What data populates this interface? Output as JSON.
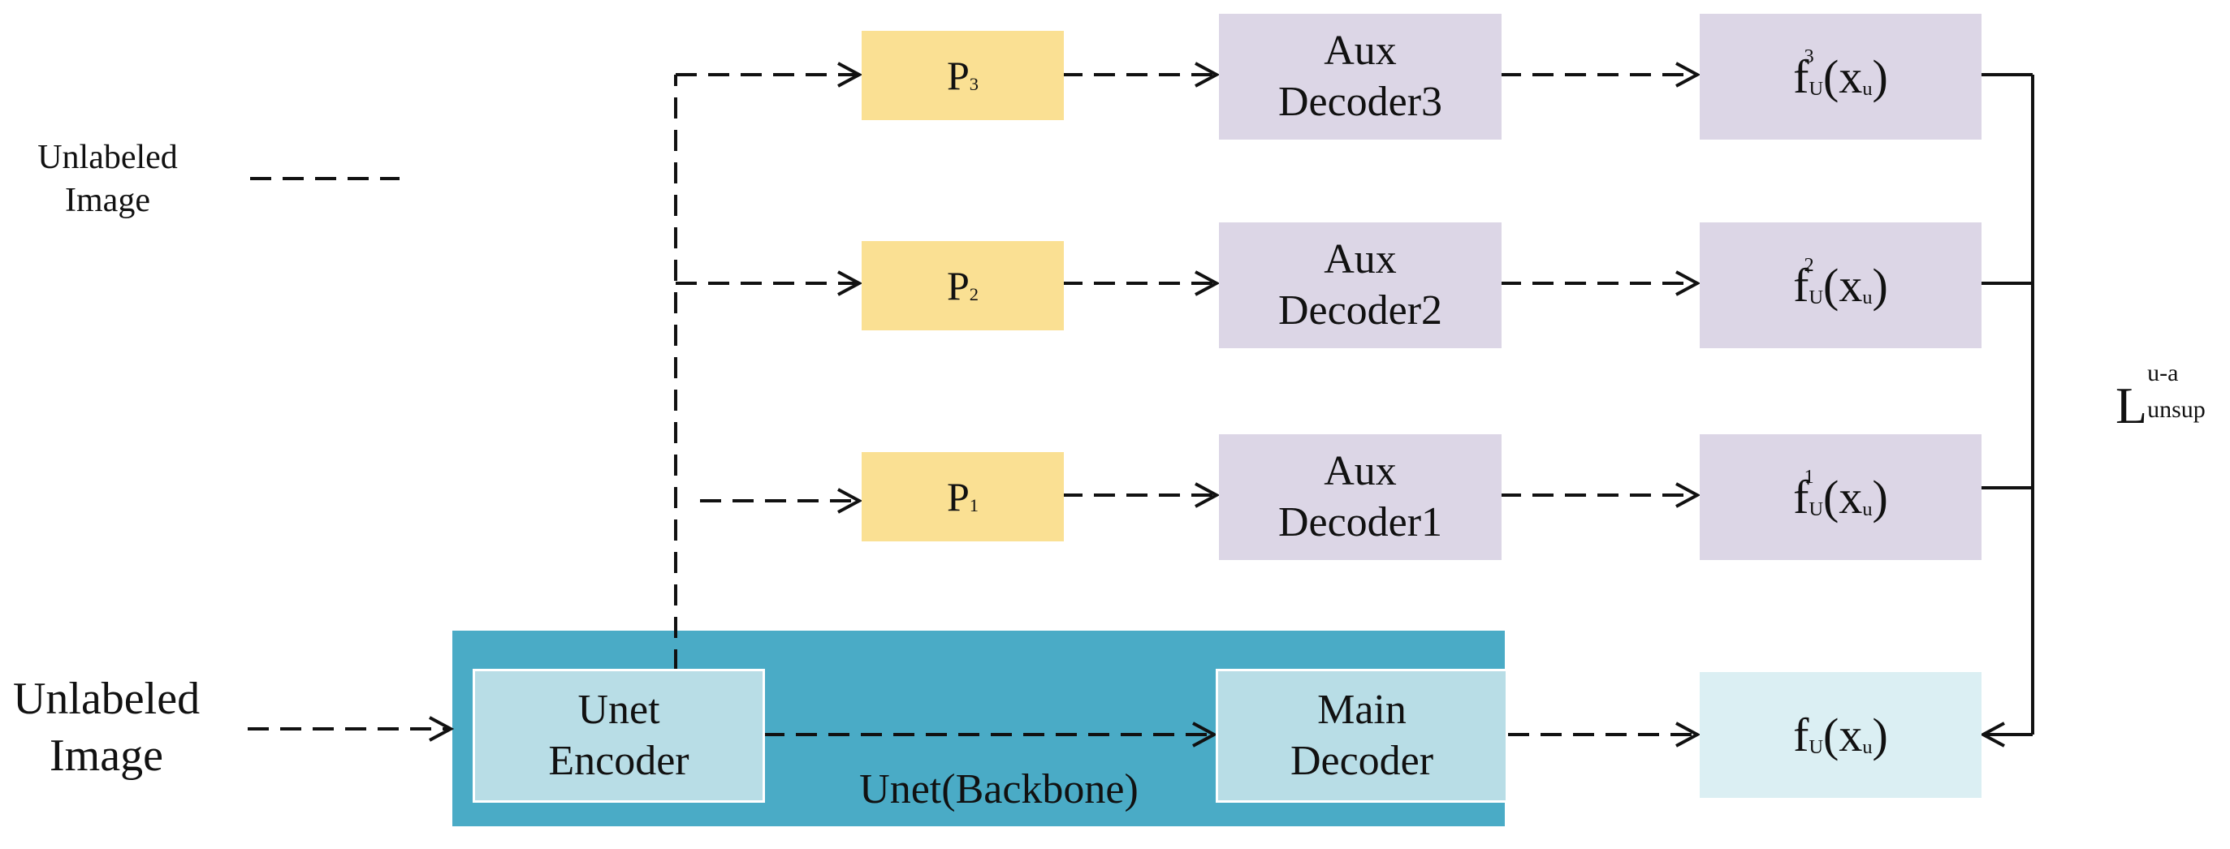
{
  "inputs": {
    "top_label": [
      "Unlabeled",
      "Image"
    ],
    "bottom_label": [
      "Unlabeled",
      "Image"
    ]
  },
  "perturbations": [
    {
      "letter": "P",
      "index": "3"
    },
    {
      "letter": "P",
      "index": "2"
    },
    {
      "letter": "P",
      "index": "1"
    }
  ],
  "aux_decoders": [
    {
      "line1": "Aux",
      "line2": "Decoder3"
    },
    {
      "line1": "Aux",
      "line2": "Decoder2"
    },
    {
      "line1": "Aux",
      "line2": "Decoder1"
    }
  ],
  "aux_outputs": [
    {
      "f": "f",
      "sub": "U",
      "sup": "3",
      "paren_open": "(",
      "x": "x",
      "xsub": "u",
      "paren_close": ")"
    },
    {
      "f": "f",
      "sub": "U",
      "sup": "2",
      "paren_open": "(",
      "x": "x",
      "xsub": "u",
      "paren_close": ")"
    },
    {
      "f": "f",
      "sub": "U",
      "sup": "1",
      "paren_open": "(",
      "x": "x",
      "xsub": "u",
      "paren_close": ")"
    }
  ],
  "main_output": {
    "f": "f",
    "sub": "U",
    "paren_open": "(",
    "x": "x",
    "xsub": "u",
    "paren_close": ")"
  },
  "backbone": {
    "label": "Unet(Backbone)",
    "encoder": [
      "Unet",
      "Encoder"
    ],
    "decoder": [
      "Main",
      "Decoder"
    ]
  },
  "loss": {
    "symbol": "L",
    "sup": "u-a",
    "sub": "unsup"
  },
  "colors": {
    "perturbation": "#fae093",
    "aux_decoder": "#dcd6e6",
    "output": "#dcd6e6",
    "main_output": "#dbeff3",
    "backbone": "#4aabc6",
    "inner_block": "#b8dde6"
  }
}
